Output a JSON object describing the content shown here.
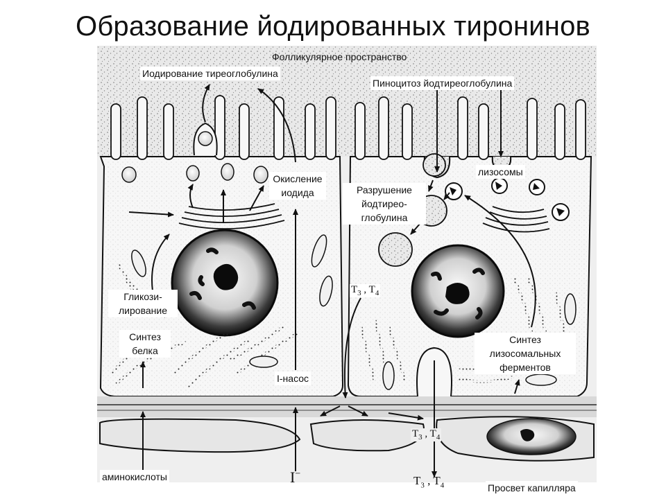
{
  "title": "Образование йодированных тиронинов",
  "labels": {
    "follicular_space": "Фолликулярное пространство",
    "iodination": "Иодирование тиреоглобулина",
    "pinocytosis": "Пиноцитоз йодтиреоглобулина",
    "lysosomes": "лизосомы",
    "oxidation_1": "Окисление",
    "oxidation_2": "иодида",
    "destruction_1": "Разрушение",
    "destruction_2": "йодтиреo-",
    "destruction_3": "глобулина",
    "glycosylation_1": "Гликози-",
    "glycosylation_2": "лирование",
    "protein_synth_1": "Синтез",
    "protein_synth_2": "белка",
    "lysosomal_1": "Синтез",
    "lysosomal_2": "лизосомальных",
    "lysosomal_3": "ферментов",
    "i_pump": "I-насос",
    "amino_acids": "аминокислоты",
    "capillary_lumen": "Просвет капилляра"
  },
  "symbols": {
    "iodide": "I",
    "iodide_sup": "−",
    "t": "T",
    "t3_sub": "3",
    "t4_sub": "4",
    "sep": " , "
  }
}
